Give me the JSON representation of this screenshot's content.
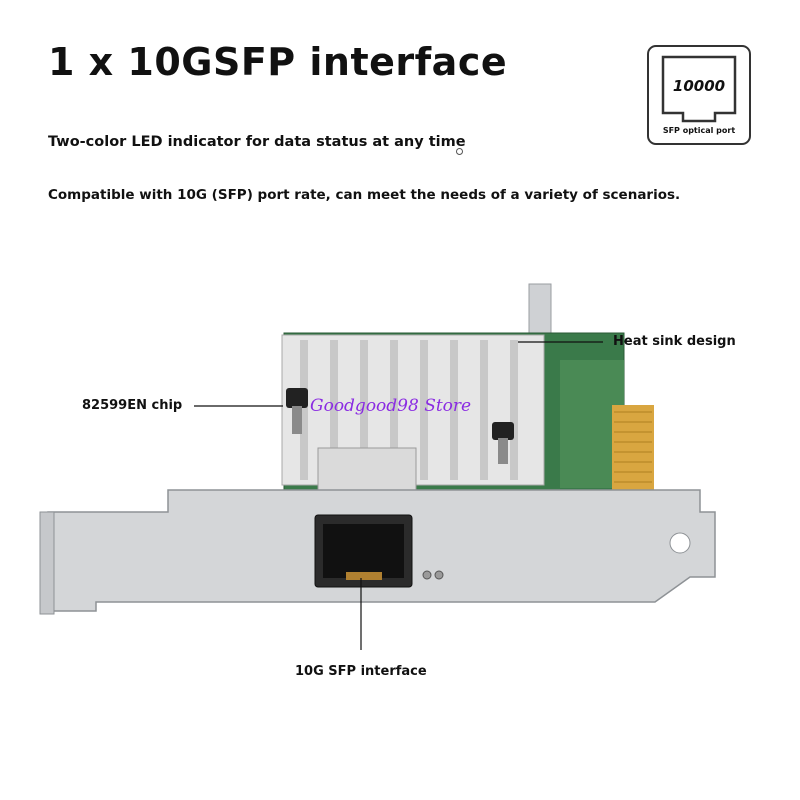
{
  "title": "1 x 10GSFP interface",
  "features": [
    "Two-color LED indicator for data status at any time",
    "Compatible with 10G (SFP) port rate, can meet the needs of a variety of scenarios."
  ],
  "port_badge": {
    "number": "10000",
    "caption": "SFP optical port"
  },
  "callouts": {
    "heat_sink": "Heat sink design",
    "chip": "82599EN chip",
    "sfp": "10G SFP interface"
  },
  "watermark": "Goodgood98 Store",
  "colors": {
    "pcb": "#3a7a4a",
    "heatsink": "#e6e6e6",
    "bracket": "#d4d6d8",
    "gold_contacts": "#d9a640",
    "watermark": "#8a2be2"
  }
}
